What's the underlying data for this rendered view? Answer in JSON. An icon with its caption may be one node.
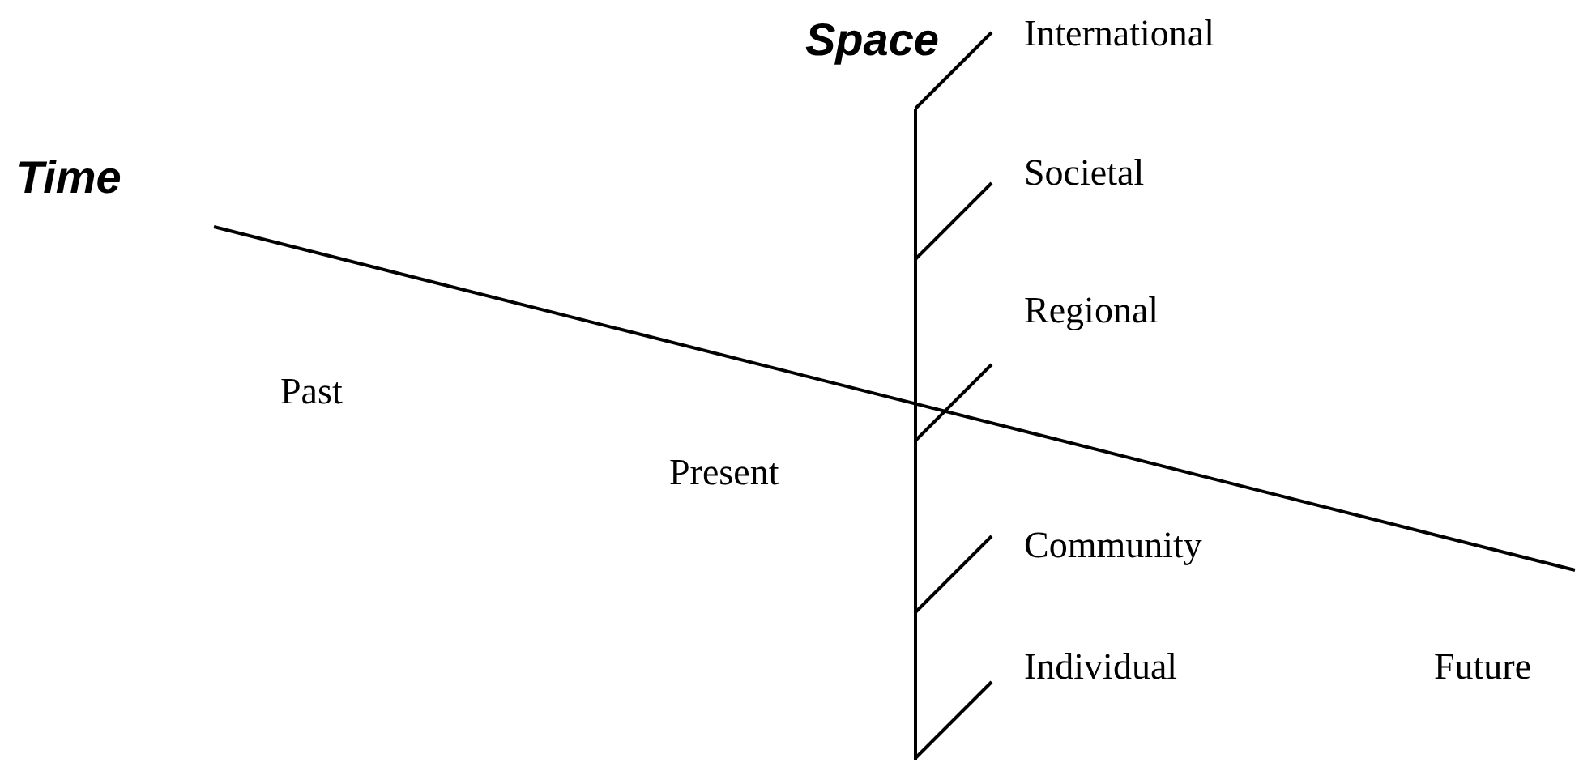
{
  "diagram": {
    "labels": [
      "Space",
      "International",
      "Time",
      "Societal",
      "Regional",
      "Past",
      "Present",
      "Community",
      "Individual",
      "Future"
    ]
  }
}
